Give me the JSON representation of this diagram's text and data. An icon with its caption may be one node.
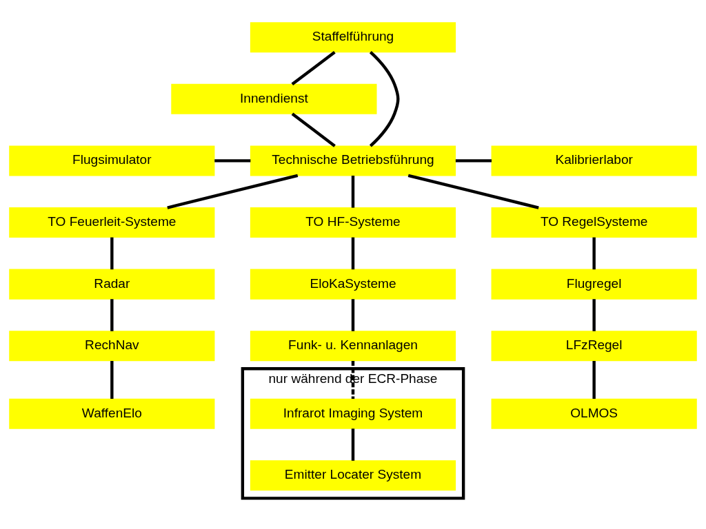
{
  "diagram": {
    "nodes": [
      {
        "text": [
          "Staffelführung"
        ]
      },
      {
        "text": [
          "Innendienst"
        ]
      },
      {
        "text": [
          "Flugsimulator"
        ]
      },
      {
        "text": [
          "Technische Betriebsführung"
        ]
      },
      {
        "text": [
          "Kalibrierlabor"
        ]
      },
      {
        "text": [
          "TO Feuerleit-Systeme"
        ]
      },
      {
        "text": [
          "TO HF-Systeme"
        ]
      },
      {
        "text": [
          "TO RegelSysteme"
        ]
      },
      {
        "text": [
          "Radar"
        ]
      },
      {
        "text": [
          "EloKaSysteme"
        ]
      },
      {
        "text": [
          "Flugregel"
        ]
      },
      {
        "text": [
          "RechNav"
        ]
      },
      {
        "text": [
          "Funk- u. Kennanlagen"
        ]
      },
      {
        "text": [
          "LFzRegel"
        ]
      },
      {
        "text": [
          "WaffenElo"
        ]
      },
      {
        "text": [
          "OLMOS"
        ]
      },
      {
        "text": [
          "nur während der ECR-Phase"
        ]
      },
      {
        "text": [
          "Infrarot Imaging System"
        ],
        "in": 16
      },
      {
        "text": [
          "Emitter Locater System"
        ],
        "in": 16
      }
    ],
    "edges": [
      {
        "from": 0,
        "to": 1,
        "arrow": "none"
      },
      {
        "from": 0,
        "to": 3,
        "arrow": "none"
      },
      {
        "from": 1,
        "to": 3,
        "arrow": "none"
      },
      {
        "from": 2,
        "to": 3,
        "arrow": "none"
      },
      {
        "from": 3,
        "to": 4,
        "arrow": "none"
      },
      {
        "from": 3,
        "to": 5,
        "arrow": "none"
      },
      {
        "from": 3,
        "to": 6,
        "arrow": "none"
      },
      {
        "from": 3,
        "to": 7,
        "arrow": "none"
      },
      {
        "from": 5,
        "to": 8,
        "arrow": "none"
      },
      {
        "from": 8,
        "to": 11,
        "arrow": "none"
      },
      {
        "from": 11,
        "to": 14,
        "arrow": "none"
      },
      {
        "from": 6,
        "to": 9,
        "arrow": "none"
      },
      {
        "from": 9,
        "to": 12,
        "arrow": "none"
      },
      {
        "from": 12,
        "to": 17,
        "arrow": "none",
        "style": "dashed"
      },
      {
        "from": 17,
        "to": 18,
        "arrow": "none"
      },
      {
        "from": 7,
        "to": 10,
        "arrow": "none"
      },
      {
        "from": 10,
        "to": 13,
        "arrow": "none"
      },
      {
        "from": 13,
        "to": 15,
        "arrow": "none"
      }
    ]
  }
}
